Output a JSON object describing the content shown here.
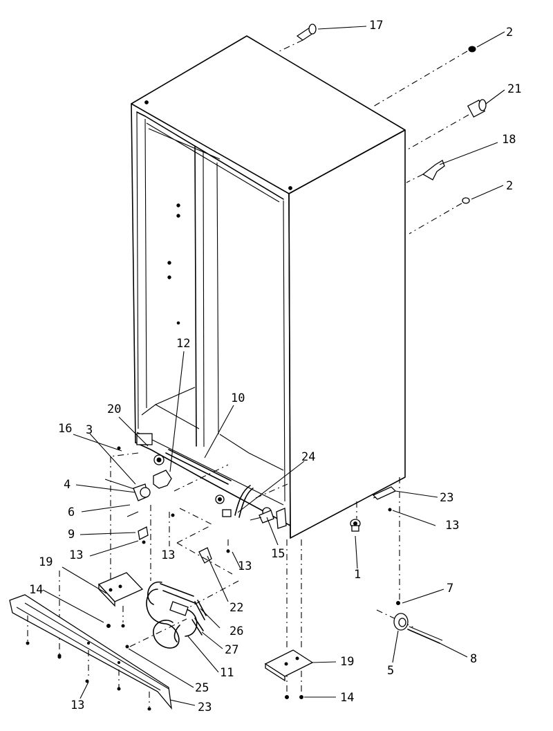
{
  "callouts": {
    "c17": "17",
    "c2a": "2",
    "c21": "21",
    "c18": "18",
    "c2b": "2",
    "c12": "12",
    "c10": "10",
    "c20": "20",
    "c16": "16",
    "c3": "3",
    "c24": "24",
    "c4": "4",
    "c6": "6",
    "c23a": "23",
    "c13a": "13",
    "c9": "9",
    "c13b": "13",
    "c13c": "13",
    "c15": "15",
    "c13d": "13",
    "c1": "1",
    "c19a": "19",
    "c14a": "14",
    "c22": "22",
    "c26": "26",
    "c7": "7",
    "c27": "27",
    "c11": "11",
    "c8": "8",
    "c5": "5",
    "c19b": "19",
    "c25": "25",
    "c13e": "13",
    "c23b": "23",
    "c14b": "14"
  }
}
